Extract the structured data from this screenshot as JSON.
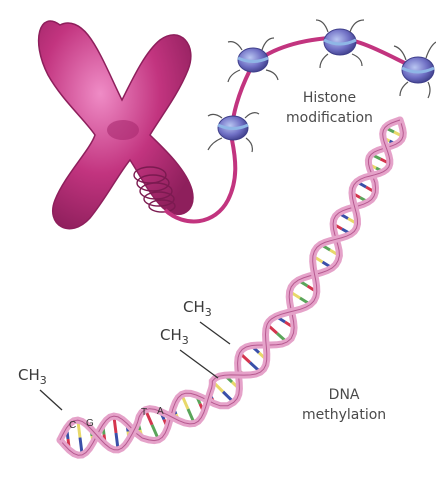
{
  "labels": {
    "histone_line1": "Histone",
    "histone_line2": "modification",
    "dna_line1": "DNA",
    "dna_line2": "methylation",
    "methyl_main": "CH",
    "methyl_sub": "3"
  },
  "bases": [
    "C",
    "G",
    "T",
    "A"
  ],
  "colors": {
    "chromosome": "#c2347f",
    "chromosome_light": "#e07ab4",
    "helix_backbone": "#e5a2c9",
    "helix_edge": "#b65a90",
    "nucleosome": "#6f6fc4",
    "nucleosome_band": "#8fb6e6",
    "base_pair_colors": [
      "#d4354e",
      "#3a4fa8",
      "#e8d96a",
      "#5aa55a"
    ]
  }
}
